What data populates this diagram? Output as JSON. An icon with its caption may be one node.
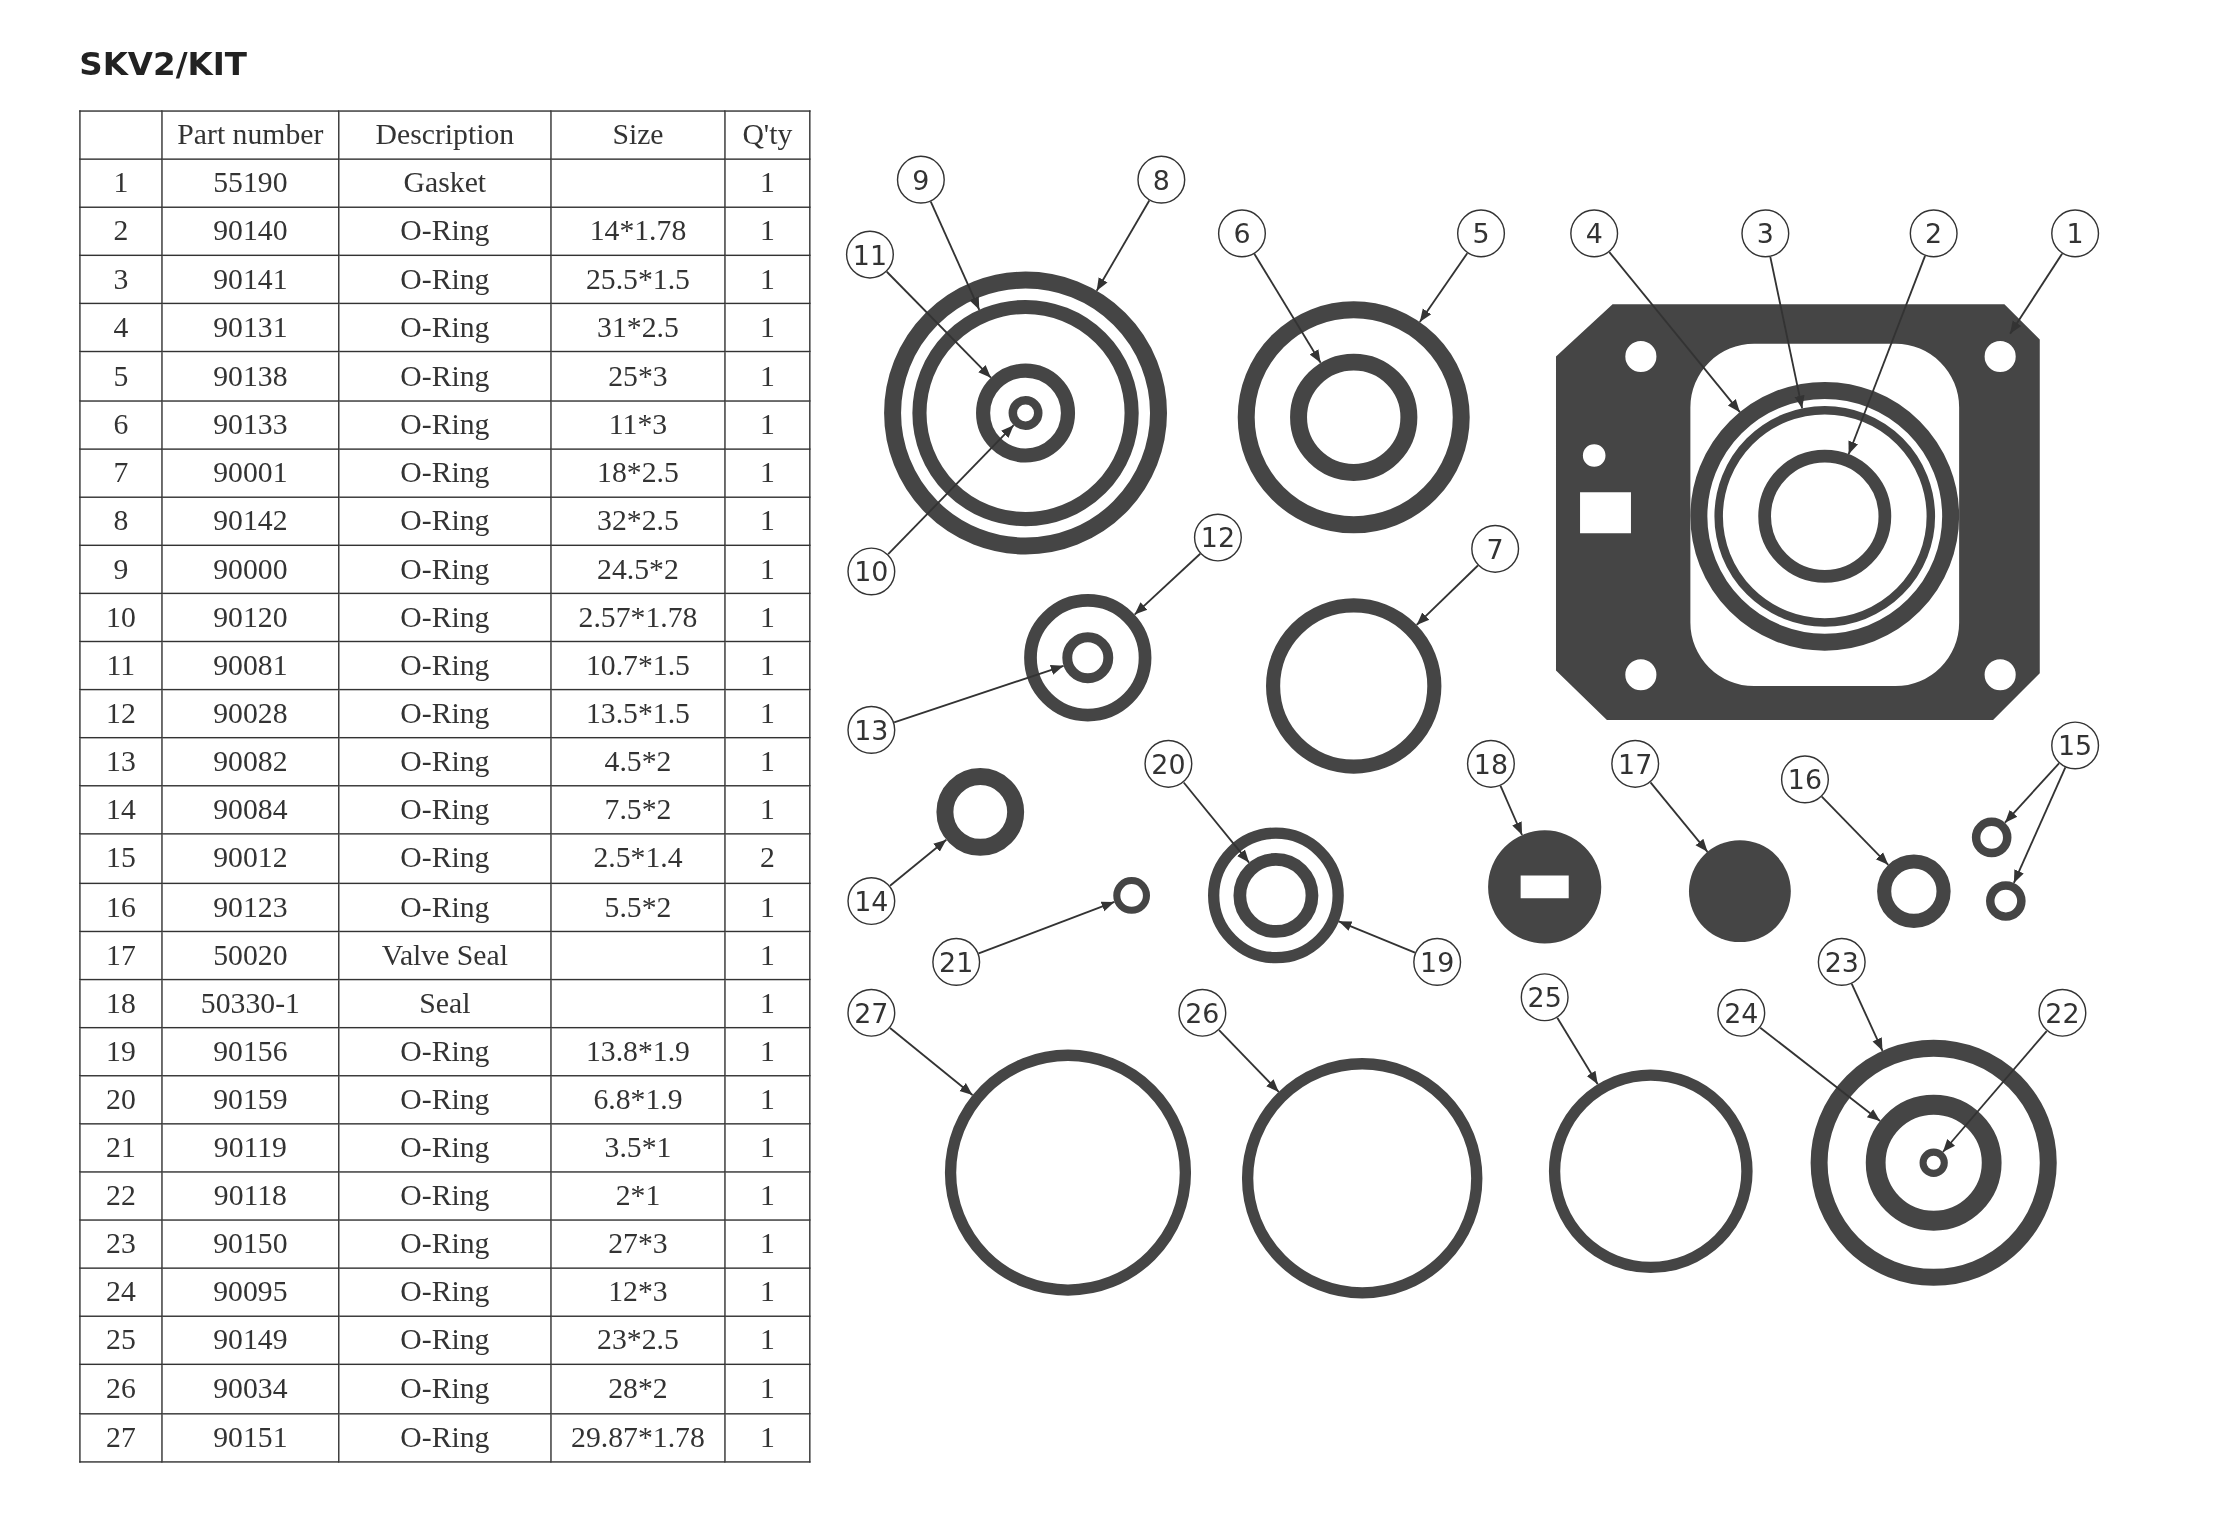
{
  "diagram": {
    "title": "SKV2/KIT",
    "nodes": [
      {
        "text": [
          "1"
        ]
      },
      {
        "text": [
          "2"
        ]
      },
      {
        "text": [
          "3"
        ]
      },
      {
        "text": [
          "4"
        ]
      },
      {
        "text": [
          "5"
        ]
      },
      {
        "text": [
          "6"
        ]
      },
      {
        "text": [
          "7"
        ]
      },
      {
        "text": [
          "8"
        ]
      },
      {
        "text": [
          "9"
        ]
      },
      {
        "text": [
          "10"
        ]
      },
      {
        "text": [
          "11"
        ]
      },
      {
        "text": [
          "12"
        ]
      },
      {
        "text": [
          "13"
        ]
      },
      {
        "text": [
          "14"
        ]
      },
      {
        "text": [
          "15"
        ]
      },
      {
        "text": [
          "16"
        ]
      },
      {
        "text": [
          "17"
        ]
      },
      {
        "text": [
          "18"
        ]
      },
      {
        "text": [
          "19"
        ]
      },
      {
        "text": [
          "20"
        ]
      },
      {
        "text": [
          "21"
        ]
      },
      {
        "text": [
          "22"
        ]
      },
      {
        "text": [
          "23"
        ]
      },
      {
        "text": [
          "24"
        ]
      },
      {
        "text": [
          "25"
        ]
      },
      {
        "text": [
          "26"
        ]
      },
      {
        "text": [
          "27"
        ]
      },
      {
        "text": [],
        "shape": "picture"
      },
      {
        "text": [],
        "shape": "circle",
        "in": 29
      },
      {
        "text": [],
        "shape": "circle",
        "in": 30
      },
      {
        "text": [],
        "shape": "circle",
        "in": 27
      },
      {
        "text": [],
        "shape": "circle"
      },
      {
        "text": [],
        "shape": "circle",
        "in": 31
      },
      {
        "text": [],
        "shape": "circle"
      },
      {
        "text": [],
        "shape": "circle"
      },
      {
        "text": [],
        "shape": "circle",
        "in": 34
      },
      {
        "text": [],
        "shape": "circle",
        "in": 37
      },
      {
        "text": [],
        "shape": "circle",
        "in": 35
      },
      {
        "text": [],
        "shape": "circle"
      },
      {
        "text": [],
        "shape": "circle",
        "in": 38
      },
      {
        "text": [],
        "shape": "circle"
      },
      {
        "text": [],
        "shape": "circle"
      },
      {
        "text": [],
        "shape": "circle"
      },
      {
        "text": [],
        "shape": "circle"
      },
      {
        "text": [],
        "shape": "circle"
      },
      {
        "text": [],
        "shape": "circle"
      },
      {
        "text": [],
        "shape": "circle"
      },
      {
        "text": [],
        "shape": "circle",
        "in": 46
      },
      {
        "text": [],
        "shape": "circle"
      },
      {
        "text": [],
        "shape": "circle",
        "in": 51
      },
      {
        "text": [],
        "shape": "circle"
      },
      {
        "text": [],
        "shape": "circle",
        "in": 50
      },
      {
        "text": [],
        "shape": "circle"
      },
      {
        "text": [],
        "shape": "circle"
      },
      {
        "text": [],
        "shape": "circle"
      }
    ],
    "edges": [
      {
        "from": 0,
        "to": 27,
        "arrow": "to"
      },
      {
        "from": 1,
        "to": 28,
        "arrow": "to"
      },
      {
        "from": 2,
        "to": 29,
        "arrow": "to"
      },
      {
        "from": 3,
        "to": 30,
        "arrow": "to"
      },
      {
        "from": 4,
        "to": 31,
        "arrow": "to"
      },
      {
        "from": 5,
        "to": 32,
        "arrow": "to"
      },
      {
        "from": 6,
        "to": 33,
        "arrow": "to"
      },
      {
        "from": 7,
        "to": 34,
        "arrow": "to"
      },
      {
        "from": 8,
        "to": 35,
        "arrow": "to"
      },
      {
        "from": 9,
        "to": 36,
        "arrow": "to"
      },
      {
        "from": 10,
        "to": 37,
        "arrow": "to"
      },
      {
        "from": 11,
        "to": 38,
        "arrow": "to"
      },
      {
        "from": 12,
        "to": 39,
        "arrow": "to"
      },
      {
        "from": 13,
        "to": 40,
        "arrow": "to"
      },
      {
        "from": 14,
        "to": 41,
        "arrow": "to"
      },
      {
        "from": 14,
        "to": 42,
        "arrow": "to"
      },
      {
        "from": 15,
        "to": 43,
        "arrow": "to"
      },
      {
        "from": 16,
        "to": 44,
        "arrow": "to"
      },
      {
        "from": 17,
        "to": 45,
        "arrow": "to"
      },
      {
        "from": 18,
        "to": 46,
        "arrow": "to"
      },
      {
        "from": 19,
        "to": 47,
        "arrow": "to"
      },
      {
        "from": 20,
        "to": 48,
        "arrow": "to"
      },
      {
        "from": 21,
        "to": 49,
        "arrow": "to"
      },
      {
        "from": 22,
        "to": 50,
        "arrow": "to"
      },
      {
        "from": 23,
        "to": 51,
        "arrow": "to"
      },
      {
        "from": 24,
        "to": 52,
        "arrow": "to"
      },
      {
        "from": 25,
        "to": 53,
        "arrow": "to"
      },
      {
        "from": 26,
        "to": 54,
        "arrow": "to"
      }
    ],
    "labels": [
      "Part number",
      "Description",
      "Size",
      "Q'ty",
      "1",
      "55190",
      "Gasket",
      "1",
      "2",
      "90140",
      "O-Ring",
      "14*1.78",
      "1",
      "3",
      "90141",
      "O-Ring",
      "25.5*1.5",
      "1",
      "4",
      "90131",
      "O-Ring",
      "31*2.5",
      "1",
      "5",
      "90138",
      "O-Ring",
      "25*3",
      "1",
      "6",
      "90133",
      "O-Ring",
      "11*3",
      "1",
      "7",
      "90001",
      "O-Ring",
      "18*2.5",
      "1",
      "8",
      "90142",
      "O-Ring",
      "32*2.5",
      "1",
      "9",
      "90000",
      "O-Ring",
      "24.5*2",
      "1",
      "10",
      "90120",
      "O-Ring",
      "2.57*1.78",
      "1",
      "11",
      "90081",
      "O-Ring",
      "10.7*1.5",
      "1",
      "12",
      "90028",
      "O-Ring",
      "13.5*1.5",
      "1",
      "13",
      "90082",
      "O-Ring",
      "4.5*2",
      "1",
      "14",
      "90084",
      "O-Ring",
      "7.5*2",
      "1",
      "15",
      "90012",
      "O-Ring",
      "2.5*1.4",
      "2",
      "16",
      "90123",
      "O-Ring",
      "5.5*2",
      "1",
      "17",
      "50020",
      "Valve Seal",
      "1",
      "18",
      "50330-1",
      "Seal",
      "1",
      "19",
      "90156",
      "O-Ring",
      "13.8*1.9",
      "1",
      "20",
      "90159",
      "O-Ring",
      "6.8*1.9",
      "1",
      "21",
      "90119",
      "O-Ring",
      "3.5*1",
      "1",
      "22",
      "90118",
      "O-Ring",
      "2*1",
      "1",
      "23",
      "90150",
      "O-Ring",
      "27*3",
      "1",
      "24",
      "90095",
      "O-Ring",
      "12*3",
      "1",
      "25",
      "90149",
      "O-Ring",
      "23*2.5",
      "1",
      "26",
      "90034",
      "O-Ring",
      "28*2",
      "1",
      "27",
      "90151",
      "O-Ring",
      "29.87*1.78",
      "1"
    ]
  }
}
